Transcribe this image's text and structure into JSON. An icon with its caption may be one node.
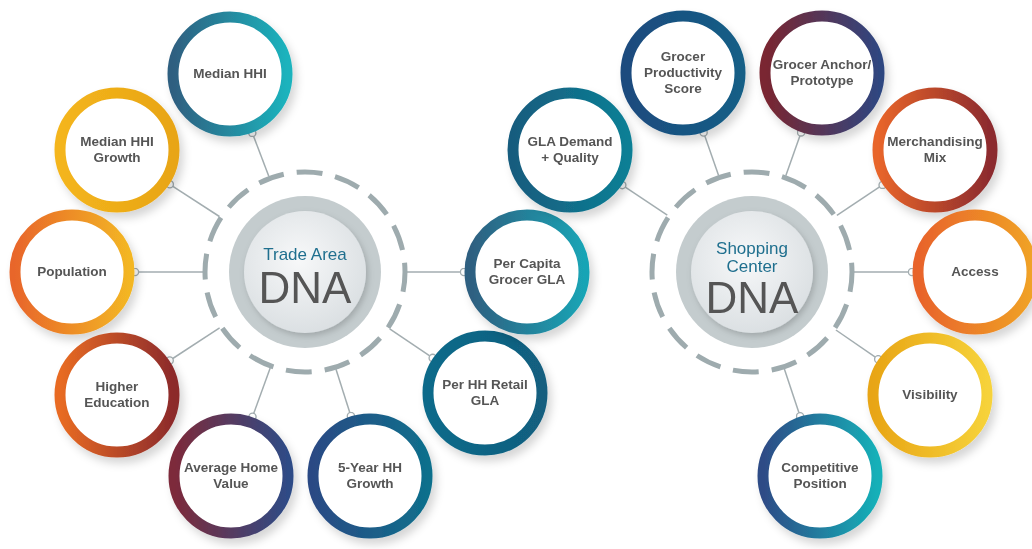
{
  "diagram": {
    "nodes": [
      {
        "text": [
          "Trade Area",
          "DNA"
        ]
      },
      {
        "text": [
          "Median HHI"
        ]
      },
      {
        "text": [
          "Median HHI Growth"
        ]
      },
      {
        "text": [
          "Population"
        ]
      },
      {
        "text": [
          "Higher Education"
        ]
      },
      {
        "text": [
          "Average Home Value"
        ]
      },
      {
        "text": [
          "5-Year HH Growth"
        ]
      },
      {
        "text": [
          "Per HH Retail GLA"
        ]
      },
      {
        "text": [
          "Per Capita Grocer GLA"
        ]
      },
      {
        "text": [
          "Shopping Center",
          "DNA"
        ]
      },
      {
        "text": [
          "GLA Demand + Quality"
        ]
      },
      {
        "text": [
          "Grocer Productivity Score"
        ]
      },
      {
        "text": [
          "Grocer Anchor/ Prototype"
        ]
      },
      {
        "text": [
          "Merchandising Mix"
        ]
      },
      {
        "text": [
          "Access"
        ]
      },
      {
        "text": [
          "Visibility"
        ]
      },
      {
        "text": [
          "Competitive Position"
        ]
      }
    ],
    "edges": [
      {
        "from": 0,
        "to": 1,
        "arrow": "other"
      },
      {
        "from": 0,
        "to": 2,
        "arrow": "other"
      },
      {
        "from": 0,
        "to": 3,
        "arrow": "other"
      },
      {
        "from": 0,
        "to": 4,
        "arrow": "other"
      },
      {
        "from": 0,
        "to": 5,
        "arrow": "other"
      },
      {
        "from": 0,
        "to": 6,
        "arrow": "other"
      },
      {
        "from": 0,
        "to": 7,
        "arrow": "other"
      },
      {
        "from": 0,
        "to": 8,
        "arrow": "other"
      },
      {
        "from": 9,
        "to": 10,
        "arrow": "other"
      },
      {
        "from": 9,
        "to": 11,
        "arrow": "other"
      },
      {
        "from": 9,
        "to": 12,
        "arrow": "other"
      },
      {
        "from": 9,
        "to": 13,
        "arrow": "other"
      },
      {
        "from": 9,
        "to": 14,
        "arrow": "other"
      },
      {
        "from": 9,
        "to": 15,
        "arrow": "other"
      },
      {
        "from": 9,
        "to": 16,
        "arrow": "other"
      }
    ]
  }
}
